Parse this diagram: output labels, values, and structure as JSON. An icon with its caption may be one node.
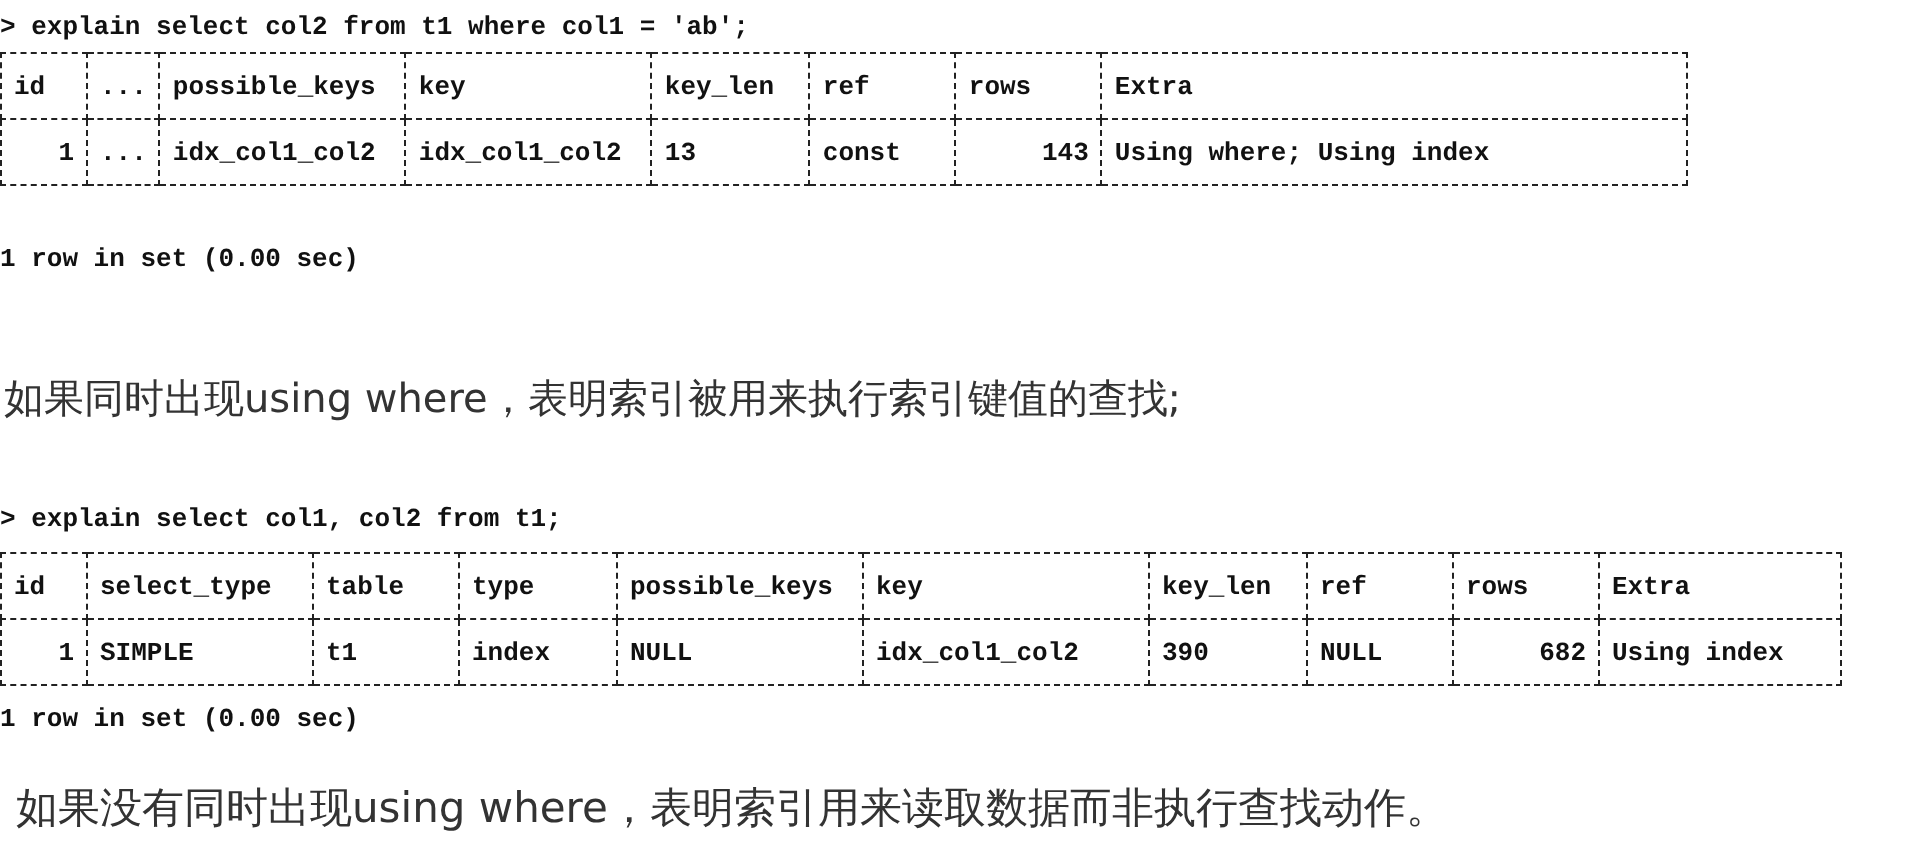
{
  "diagram": {
    "labels": [
      "> explain select col2 from t1 where col1 = 'ab';",
      "id",
      "...",
      "possible_keys",
      "key",
      "key_len",
      "ref",
      "rows",
      "Extra",
      "1",
      "...",
      "idx_col1_col2",
      "idx_col1_col2",
      "13",
      "const",
      "143",
      "Using where; Using index",
      "1 row in set (0.00 sec)",
      "如果同时出现using where，表明索引被用来执行索引键值的查找;",
      "> explain select col1, col2 from t1;",
      "id",
      "select_type",
      "table",
      "type",
      "possible_keys",
      "key",
      "key_len",
      "ref",
      "rows",
      "Extra",
      "1",
      "SIMPLE",
      "t1",
      "index",
      "NULL",
      "idx_col1_col2",
      "390",
      "NULL",
      "682",
      "Using index",
      "1 row in set (0.00 sec)",
      "如果没有同时出现using where，表明索引用来读取数据而非执行查找动作。"
    ]
  }
}
